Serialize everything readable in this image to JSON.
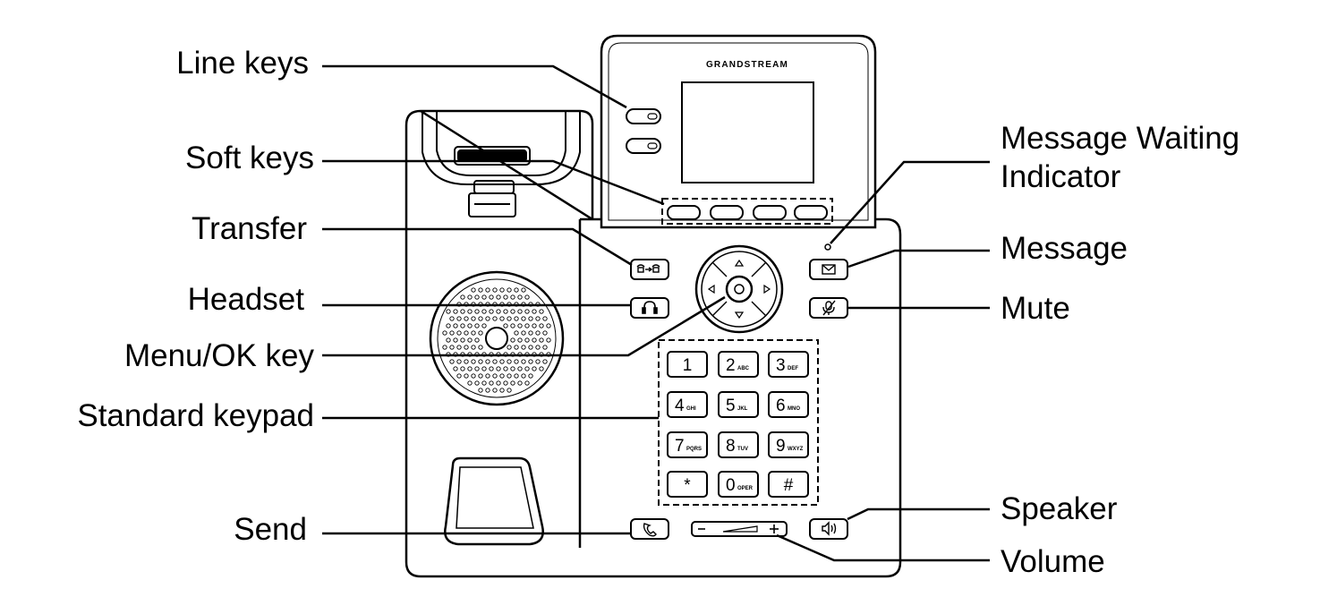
{
  "brand": "GRANDSTREAM",
  "callouts": {
    "line_keys": "Line keys",
    "soft_keys": "Soft keys",
    "transfer": "Transfer",
    "headset": "Headset",
    "menu_ok": "Menu/OK key",
    "standard_keypad": "Standard keypad",
    "send": "Send",
    "mwi_line1": "Message Waiting",
    "mwi_line2": "Indicator",
    "message": "Message",
    "mute": "Mute",
    "speaker": "Speaker",
    "volume": "Volume"
  },
  "keypad": [
    {
      "digit": "1",
      "letters": ""
    },
    {
      "digit": "2",
      "letters": "ABC"
    },
    {
      "digit": "3",
      "letters": "DEF"
    },
    {
      "digit": "4",
      "letters": "GHI"
    },
    {
      "digit": "5",
      "letters": "JKL"
    },
    {
      "digit": "6",
      "letters": "MNO"
    },
    {
      "digit": "7",
      "letters": "PQRS"
    },
    {
      "digit": "8",
      "letters": "TUV"
    },
    {
      "digit": "9",
      "letters": "WXYZ"
    },
    {
      "digit": "*",
      "letters": ""
    },
    {
      "digit": "0",
      "letters": "OPER"
    },
    {
      "digit": "#",
      "letters": ""
    }
  ],
  "icons": {
    "transfer": "transfer-icon",
    "headset": "headset-icon",
    "send": "phone-handset-icon",
    "message": "envelope-icon",
    "mute": "microphone-mute-icon",
    "speaker": "speaker-icon",
    "volume_minus": "minus-icon",
    "volume_plus": "plus-icon"
  }
}
